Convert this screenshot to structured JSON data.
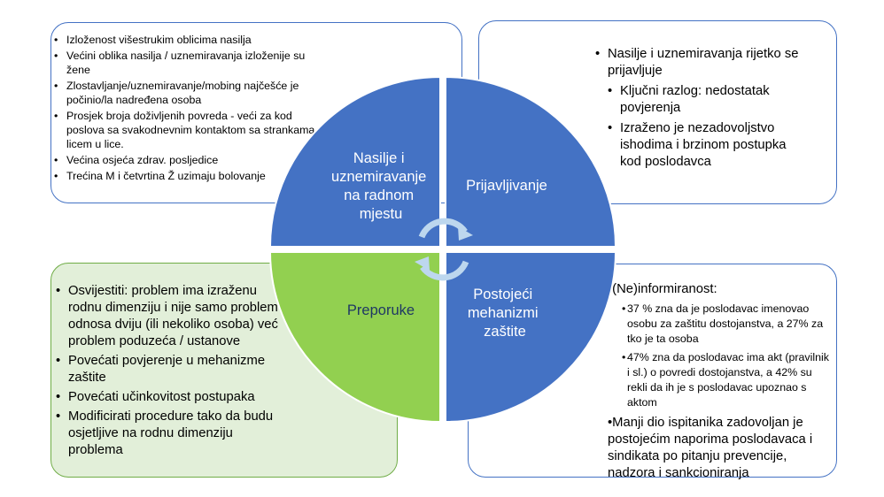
{
  "quadrants": {
    "top_left": "Nasilje i uznemiravanje na radnom mjestu",
    "top_left_lines": [
      "Nasilje i",
      "uznemiravanje",
      "na radnom",
      "mjestu"
    ],
    "top_right": "Prijavljivanje",
    "bottom_right_lines": [
      "Postojeći",
      "mehanizmi",
      "zaštite"
    ],
    "bottom_left": "Preporuke"
  },
  "top_left_box": {
    "items": [
      "Izloženost višestrukim oblicima nasilja",
      "Većini oblika nasilja / uznemiravanja izloženije su žene",
      "Zlostavljanje/uznemiravanje/mobing najčešće je počinio/la nadređena osoba",
      "Prosjek broja doživljenih povreda - veći za kod poslova sa svakodnevnim kontaktom sa strankama licem u lice.",
      "Većina osjeća zdrav. posljedice",
      "Trećina M i četvrtina Ž uzimaju bolovanje"
    ]
  },
  "top_right_box": {
    "main": "Nasilje i uznemiravanja rijetko se prijavljuje",
    "subs": [
      "Ključni razlog: nedostatak povjerenja",
      "Izraženo je nezadovoljstvo ishodima i brzinom postupka kod poslodavca"
    ]
  },
  "bottom_left_box": {
    "items": [
      "Osvijestiti: problem ima izraženu rodnu dimenziju i nije samo problem odnosa dviju (ili nekoliko osoba) već problem poduzeća / ustanove",
      "Povećati povjerenje u mehanizme zaštite",
      "Povećati učinkovitost postupaka",
      "Modificirati procedure tako da budu osjetljive na rodnu dimenziju problema"
    ]
  },
  "bottom_right_box": {
    "head": "•(Ne)informiranost:",
    "subs": [
      "37 % zna da je poslodavac imenovao osobu za zaštitu dostojanstva, a 27% za tko je ta osoba",
      "47% zna da poslodavac ima akt (pravilnik i sl.) o povredi dostojanstva, a 42% su rekli da ih je s poslodavac upoznao s aktom"
    ],
    "foot": "•Manji dio ispitanika zadovoljan je postojećim naporima poslodavaca i sindikata po pitanju prevencije, nadzora i sankcioniranja"
  },
  "colors": {
    "blue": "#4472C4",
    "green": "#92D050",
    "green_box": "#E2EFD9",
    "arrow": "#BDD7EE"
  }
}
